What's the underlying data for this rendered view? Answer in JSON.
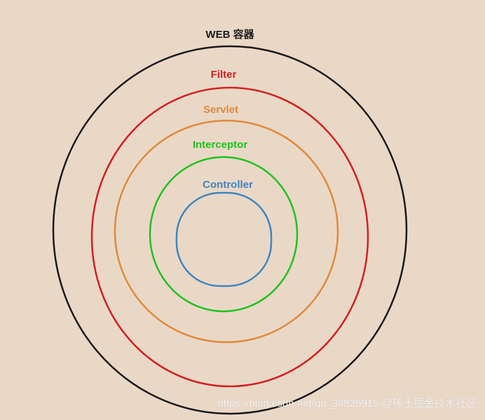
{
  "layers": [
    {
      "key": "web",
      "label": "WEB 容器",
      "color": "#1a1a1a"
    },
    {
      "key": "filter",
      "label": "Filter",
      "color": "#d41f1f"
    },
    {
      "key": "servlet",
      "label": "Servlet",
      "color": "#e08a3a"
    },
    {
      "key": "interceptor",
      "label": "Interceptor",
      "color": "#1fc21f"
    },
    {
      "key": "controller",
      "label": "Controller",
      "color": "#3e86c0"
    }
  ],
  "watermark": "https://blog.csdn.net/qq_38825915 @稀土掘金技术社区"
}
